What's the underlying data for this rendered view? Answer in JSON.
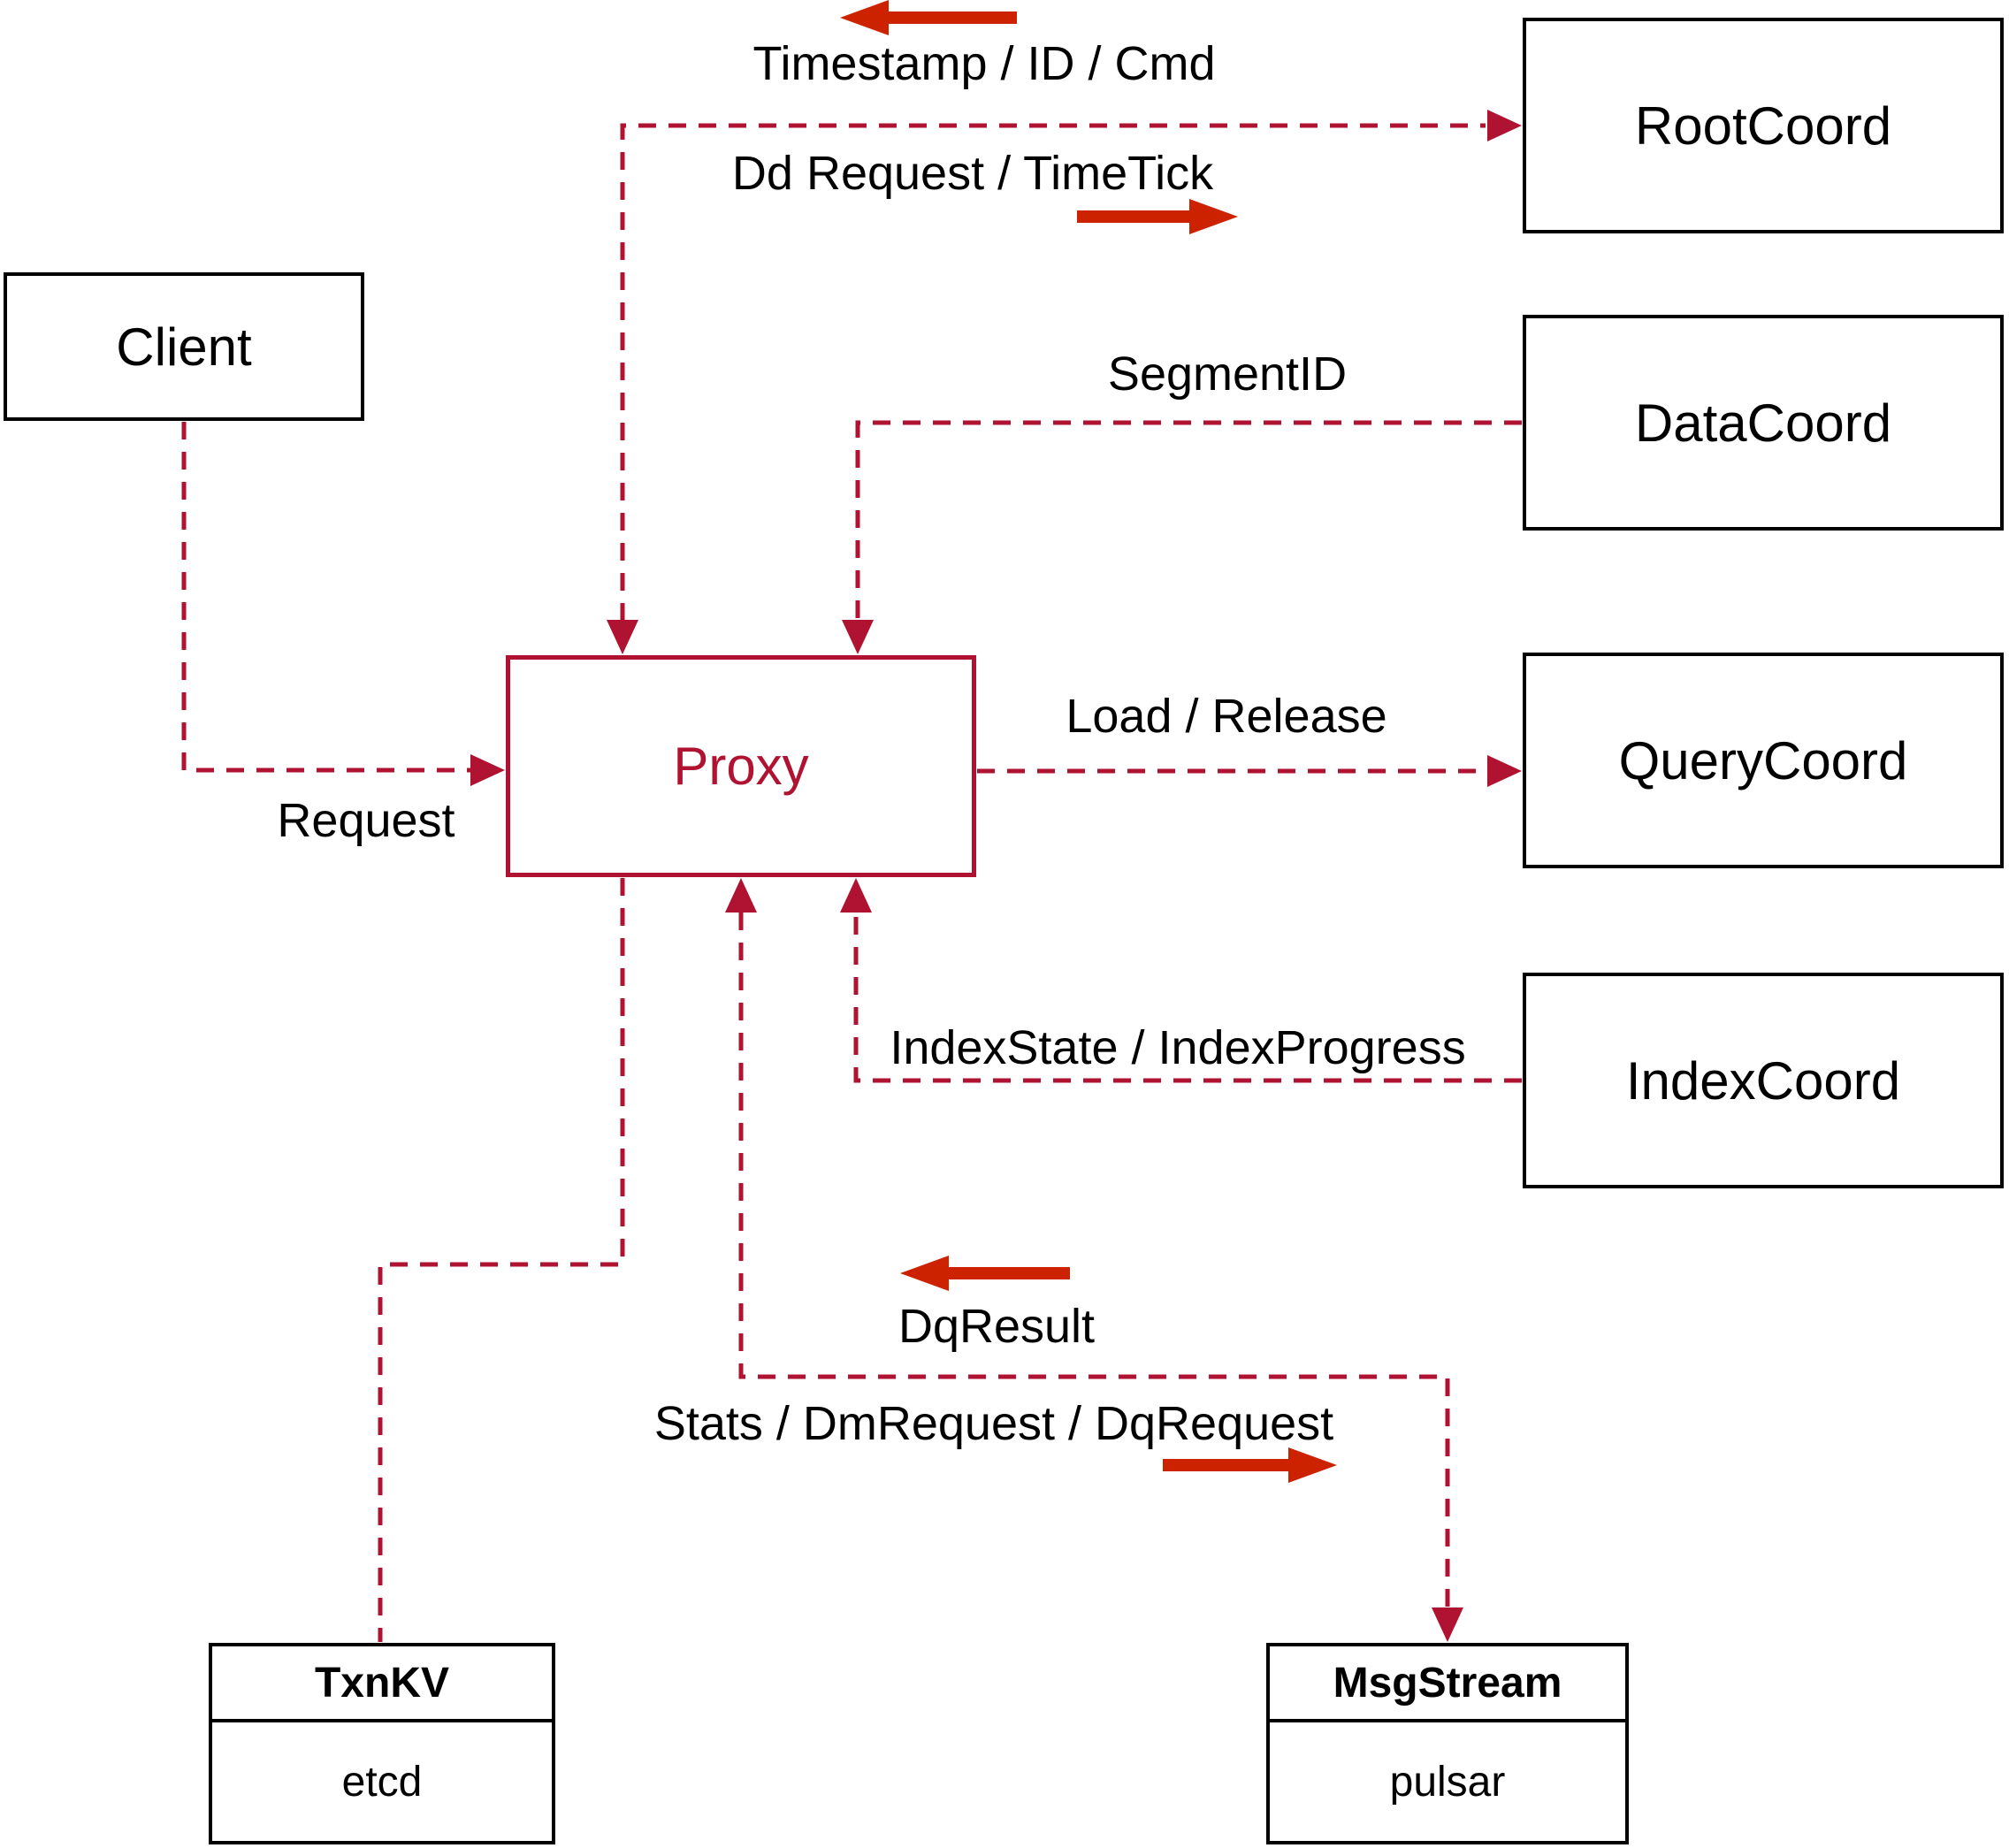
{
  "nodes": {
    "client": {
      "label": "Client"
    },
    "rootcoord": {
      "label": "RootCoord"
    },
    "datacoord": {
      "label": "DataCoord"
    },
    "querycoord": {
      "label": "QueryCoord"
    },
    "indexcoord": {
      "label": "IndexCoord"
    },
    "proxy": {
      "label": "Proxy"
    },
    "txnkv": {
      "title": "TxnKV",
      "impl": "etcd"
    },
    "msgstream": {
      "title": "MsgStream",
      "impl": "pulsar"
    }
  },
  "edge_labels": {
    "timestamp_id_cmd": "Timestamp / ID / Cmd",
    "dd_request_timetick": "Dd Request / TimeTick",
    "segment_id": "SegmentID",
    "load_release": "Load / Release",
    "index_state_progress": "IndexState / IndexProgress",
    "request": "Request",
    "dq_result": "DqResult",
    "stats_dm_dq": "Stats / DmRequest / DqRequest"
  },
  "colors": {
    "dashed_line": "#b01231",
    "solid_arrow": "#cc2200",
    "node_border": "#000000",
    "proxy_accent": "#b01231",
    "background": "#ffffff"
  }
}
